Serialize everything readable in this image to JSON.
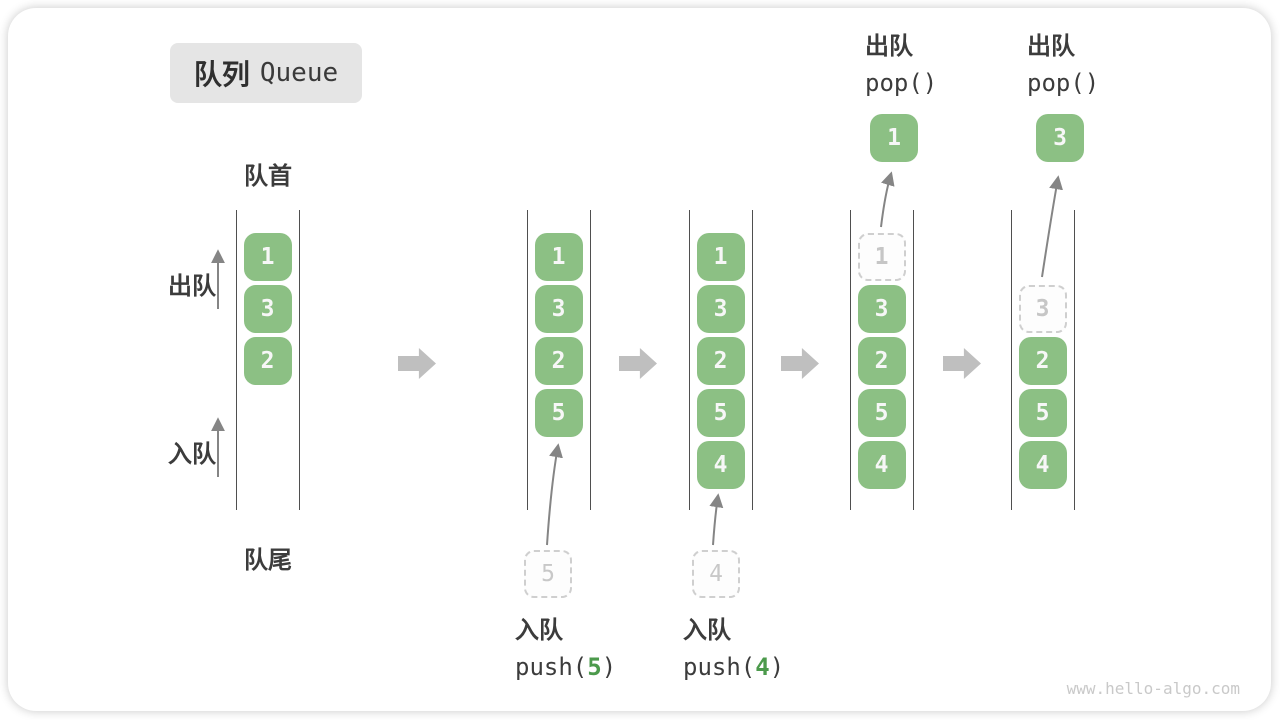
{
  "title": {
    "zh": "队列",
    "en": "Queue"
  },
  "labels": {
    "front": "队首",
    "rear": "队尾",
    "dequeue_axis": "出队",
    "enqueue_axis": "入队"
  },
  "colors": {
    "node_green": "#8cc084",
    "code_green": "#4c9a4c",
    "ghost_gray": "#cfcfcf",
    "line_gray": "#4f4f4f",
    "arrow_gray": "#bfbfbf",
    "text_dark": "#3c3c3c"
  },
  "states": [
    {
      "cells": [
        {
          "value": "1"
        },
        {
          "value": "3"
        },
        {
          "value": "2"
        }
      ]
    },
    {
      "cells": [
        {
          "value": "1"
        },
        {
          "value": "3"
        },
        {
          "value": "2"
        },
        {
          "value": "5"
        }
      ],
      "op": {
        "label": "入队",
        "code_fn": "push(",
        "code_arg": "5",
        "code_close": ")",
        "ghost": "5"
      }
    },
    {
      "cells": [
        {
          "value": "1"
        },
        {
          "value": "3"
        },
        {
          "value": "2"
        },
        {
          "value": "5"
        },
        {
          "value": "4"
        }
      ],
      "op": {
        "label": "入队",
        "code_fn": "push(",
        "code_arg": "4",
        "code_close": ")",
        "ghost": "4"
      }
    },
    {
      "cells": [
        {
          "value": "1",
          "removed": true
        },
        {
          "value": "3"
        },
        {
          "value": "2"
        },
        {
          "value": "5"
        },
        {
          "value": "4"
        }
      ],
      "op": {
        "label": "出队",
        "code": "pop()",
        "popped": "1"
      }
    },
    {
      "cells": [
        {
          "value": "3",
          "removed": true
        },
        {
          "value": "2"
        },
        {
          "value": "5"
        },
        {
          "value": "4"
        }
      ],
      "op": {
        "label": "出队",
        "code": "pop()",
        "popped": "3"
      }
    }
  ],
  "watermark": "www.hello-algo.com"
}
